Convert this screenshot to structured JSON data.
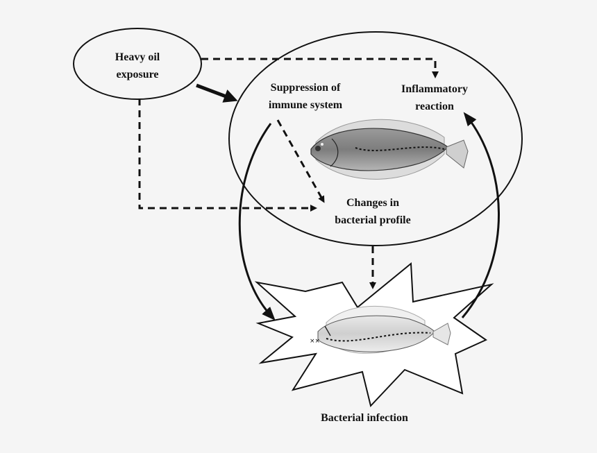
{
  "nodes": {
    "heavy_oil": {
      "line1": "Heavy oil",
      "line2": "exposure"
    },
    "suppression": {
      "line1": "Suppression of",
      "line2": "immune system"
    },
    "inflammatory": {
      "line1": "Inflammatory",
      "line2": "reaction"
    },
    "changes": {
      "line1": "Changes in",
      "line2": "bacterial profile"
    },
    "infection": {
      "label": "Bacterial infection"
    }
  },
  "icons": {
    "healthy_fish": "flatfish-icon",
    "sick_fish": "sick-flatfish-icon",
    "burst": "starburst-shape"
  },
  "colors": {
    "background": "#f5f5f5",
    "stroke": "#111111"
  }
}
